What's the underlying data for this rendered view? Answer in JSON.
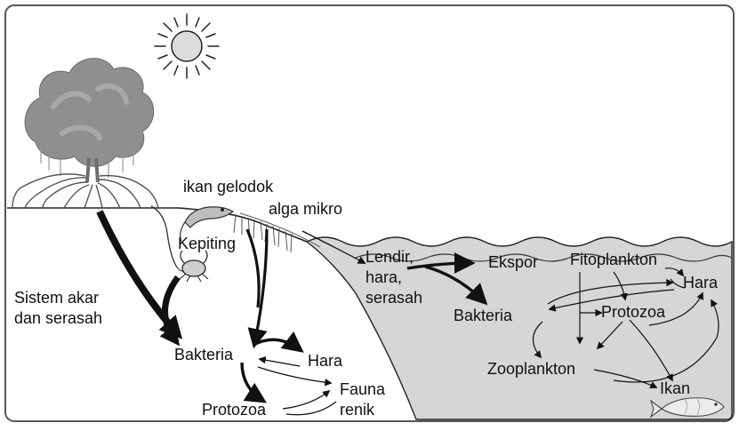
{
  "labels": {
    "ikan_gelodok": "ikan gelodok",
    "alga_mikro": "alga mikro",
    "kepiting": "Kepiting",
    "sistem_akar_line1": "Sistem akar",
    "sistem_akar_line2": "dan serasah",
    "bakteria_left": "Bakteria",
    "hara_left": "Hara",
    "protozoa_left": "Protozoa",
    "fauna_line1": "Fauna",
    "fauna_line2": "renik",
    "lendir_line1": "Lendir,",
    "lendir_line2": "hara,",
    "lendir_line3": "serasah",
    "ekspor": "Ekspor",
    "bakteria_right": "Bakteria",
    "fitoplankton": "Fitoplankton",
    "hara_right": "Hara",
    "protozoa_right": "Protozoa",
    "zooplankton": "Zooplankton",
    "ikan": "Ikan"
  },
  "colors": {
    "water": "#d6d6d6",
    "tree_canopy": "#8f8f8f",
    "trunk": "#6e6e6e",
    "arrow": "#111111",
    "frame": "#555555"
  },
  "icons": [
    "sun-icon",
    "mangrove-tree-icon",
    "crab-icon",
    "mudskipper-icon",
    "fish-icon"
  ]
}
